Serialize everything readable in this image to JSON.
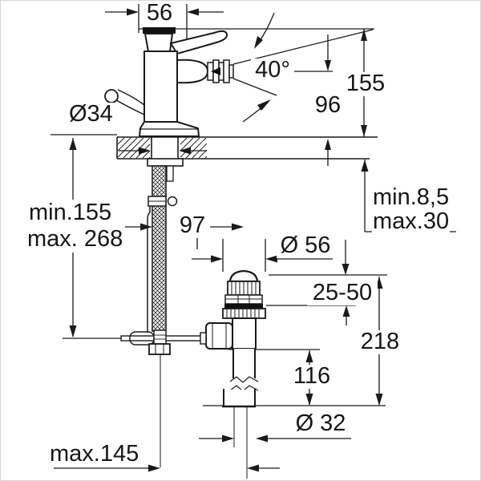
{
  "drawing": {
    "kind": "technical-dimension-drawing",
    "colors": {
      "line": "#1a1a1a",
      "background": "#ffffff"
    }
  },
  "labels": {
    "width56": "56",
    "angle40": "40°",
    "height155": "155",
    "height96": "96",
    "dia34": "Ø34",
    "min155": "min.155",
    "max268": "max. 268",
    "min85": "min.8,5",
    "max30": "max.30",
    "dist97": "97",
    "dia56": "Ø 56",
    "range2550": "25-50",
    "height218": "218",
    "length116": "116",
    "dia32": "Ø 32",
    "max145": "max.145"
  }
}
